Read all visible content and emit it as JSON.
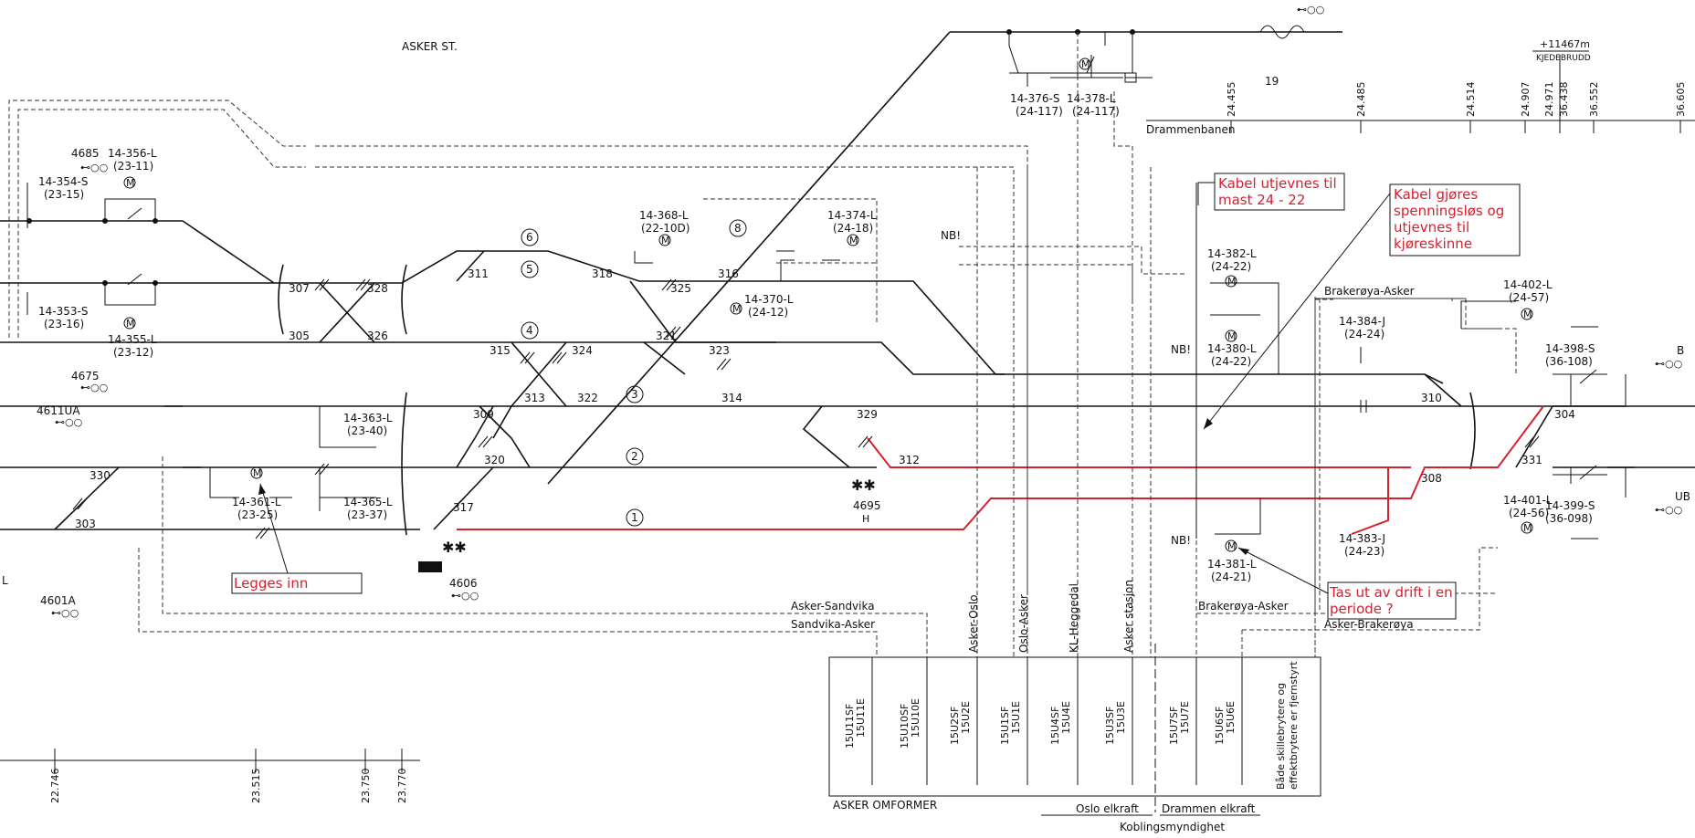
{
  "station": "ASKER ST.",
  "km_top": {
    "line": "Drammenbanen",
    "marks": [
      "24.455",
      "24.485",
      "24.514",
      "24.907",
      "24.971",
      "36.438",
      "36.552",
      "36.605"
    ],
    "note_km": "+11467m",
    "note_text": "KJEDEBRUDD",
    "mast_19": "19"
  },
  "km_bottom": [
    "22.746",
    "23.515",
    "23.750",
    "23.770"
  ],
  "track_numbers": [
    "6",
    "5",
    "4",
    "3",
    "2",
    "1",
    "8"
  ],
  "switch_numbers": [
    "307",
    "328",
    "305",
    "326",
    "311",
    "318",
    "325",
    "316",
    "315",
    "324",
    "321",
    "323",
    "313",
    "322",
    "314",
    "309",
    "320",
    "317",
    "329",
    "312",
    "330",
    "303",
    "310",
    "304",
    "308",
    "331"
  ],
  "breakers": [
    {
      "id": "14-354-S",
      "ref": "(23-15)"
    },
    {
      "id": "14-356-L",
      "ref": "(23-11)"
    },
    {
      "id": "14-353-S",
      "ref": "(23-16)"
    },
    {
      "id": "14-355-L",
      "ref": "(23-12)"
    },
    {
      "id": "14-368-L",
      "ref": "(22-10D)"
    },
    {
      "id": "14-374-L",
      "ref": "(24-18)"
    },
    {
      "id": "14-370-L",
      "ref": "(24-12)"
    },
    {
      "id": "14-363-L",
      "ref": "(23-40)"
    },
    {
      "id": "14-361-L",
      "ref": "(23-25)"
    },
    {
      "id": "14-365-L",
      "ref": "(23-37)"
    },
    {
      "id": "14-376-S",
      "ref": "(24-117)"
    },
    {
      "id": "14-378-L",
      "ref": "(24-117)"
    },
    {
      "id": "14-382-L",
      "ref": "(24-22)"
    },
    {
      "id": "14-380-L",
      "ref": "(24-22)"
    },
    {
      "id": "14-384-J",
      "ref": "(24-24)"
    },
    {
      "id": "14-402-L",
      "ref": "(24-57)"
    },
    {
      "id": "14-398-S",
      "ref": "(36-108)"
    },
    {
      "id": "14-401-L",
      "ref": "(24-56)"
    },
    {
      "id": "14-399-S",
      "ref": "(36-098)"
    },
    {
      "id": "14-383-J",
      "ref": "(24-23)"
    },
    {
      "id": "14-381-L",
      "ref": "(24-21)"
    }
  ],
  "signals": [
    "4685",
    "4675",
    "4611UA",
    "4601A",
    "4606",
    "4695",
    "B",
    "UB"
  ],
  "feeder_labels": {
    "asker_sandvika": "Asker-Sandvika",
    "sandvika_asker": "Sandvika-Asker",
    "brakeroya_asker_top": "Brakerøya-Asker",
    "brakeroya_asker_bottom": "Brakerøya-Asker",
    "asker_brakeroya": "Asker-Brakerøya",
    "vertical": [
      "Asker-Oslo",
      "Oslo-Asker",
      "KL-Heggedal",
      "Asker stasjon"
    ]
  },
  "substation": {
    "name": "ASKER OMFORMER",
    "cells": [
      {
        "a": "15U11SF",
        "b": "15U11E"
      },
      {
        "a": "15U10SF",
        "b": "15U10E"
      },
      {
        "a": "15U2SF",
        "b": "15U2E"
      },
      {
        "a": "15U1SF",
        "b": "15U1E"
      },
      {
        "a": "15U4SF",
        "b": "15U4E"
      },
      {
        "a": "15U3SF",
        "b": "15U3E"
      },
      {
        "a": "15U7SF",
        "b": "15U7E"
      },
      {
        "a": "15U6SF",
        "b": "15U6E"
      }
    ],
    "note_line1": "Både skillebrytere og",
    "note_line2": "effektbrytere er fjernstyrt",
    "oslo": "Oslo elkraft",
    "drammen": "Drammen elkraft",
    "authority": "Koblingsmyndighet"
  },
  "misc": {
    "nb": "NB!",
    "motor": "M",
    "l": "L",
    "h": "H"
  },
  "annotations": {
    "kabel_utjevnes_1": "Kabel utjevnes til",
    "kabel_utjevnes_2": "mast 24 - 22",
    "kabel_gjores_1": "Kabel gjøres",
    "kabel_gjores_2": "spenningsløs og",
    "kabel_gjores_3": "utjevnes til",
    "kabel_gjores_4": "kjøreskinne",
    "legges_inn": "Legges inn",
    "tas_ut_1": "Tas ut av drift i en",
    "tas_ut_2": "periode ?"
  },
  "colors": {
    "line": "#111111",
    "highlight": "#d6202e",
    "background": "#ffffff"
  }
}
